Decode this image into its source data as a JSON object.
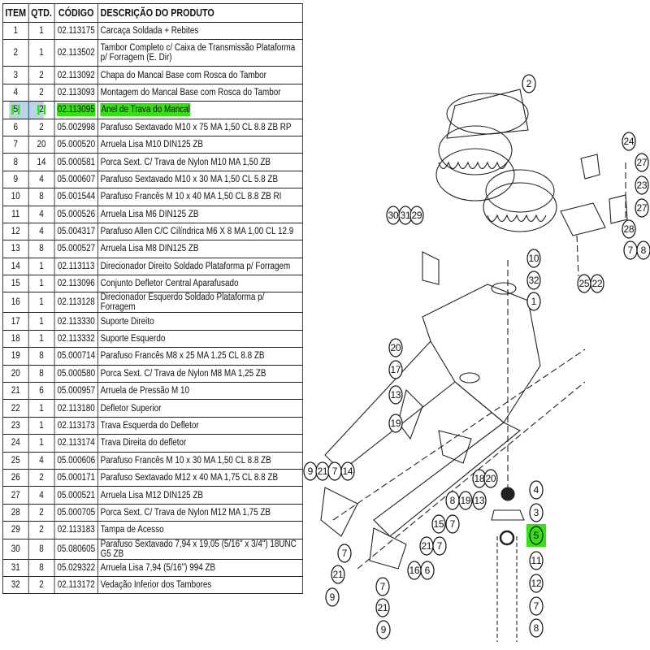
{
  "table": {
    "headers": {
      "item": "ITEM",
      "qty": "QTD.",
      "code": "CÓDIGO",
      "description": "DESCRIÇÃO DO PRODUTO"
    },
    "highlighted_item": "5",
    "rows": [
      {
        "item": "1",
        "qty": "1",
        "code": "02.113175",
        "description": "Carcaça Soldada + Rebites"
      },
      {
        "item": "2",
        "qty": "1",
        "code": "02.113502",
        "description": "Tambor Completo c/ Caixa de Transmissão Plataforma p/ Forragem (E. Dir)"
      },
      {
        "item": "3",
        "qty": "2",
        "code": "02.113092",
        "description": "Chapa do Mancal Base com Rosca do Tambor"
      },
      {
        "item": "4",
        "qty": "2",
        "code": "02.113093",
        "description": "Montagem do Mancal Base com Rosca do Tambor"
      },
      {
        "item": "5",
        "qty": "2",
        "code": "02.113095",
        "description": "Anel de Trava do Mancal"
      },
      {
        "item": "6",
        "qty": "2",
        "code": "05.002998",
        "description": "Parafuso Sextavado M10 x 75 MA 1,50 CL 8.8 ZB RP"
      },
      {
        "item": "7",
        "qty": "20",
        "code": "05.000520",
        "description": "Arruela Lisa M10 DIN125 ZB"
      },
      {
        "item": "8",
        "qty": "14",
        "code": "05.000581",
        "description": "Porca Sext. C/ Trava de Nylon M10 MA 1,50 ZB"
      },
      {
        "item": "9",
        "qty": "4",
        "code": "05.000607",
        "description": "Parafuso Sextavado  M10 x 30 MA 1,50 CL 5.8 ZB"
      },
      {
        "item": "10",
        "qty": "8",
        "code": "05.001544",
        "description": "Parafuso Francês M 10 x 40 MA 1,50 CL 8.8 ZB RI"
      },
      {
        "item": "11",
        "qty": "4",
        "code": "05.000526",
        "description": "Arruela Lisa M6 DIN125 ZB"
      },
      {
        "item": "12",
        "qty": "4",
        "code": "05.004317",
        "description": "Parafuso Allen C/C Cilíndrica M6 X 8 MA 1,00 CL 12.9"
      },
      {
        "item": "13",
        "qty": "8",
        "code": "05.000527",
        "description": "Arruela Lisa M8 DIN125 ZB"
      },
      {
        "item": "14",
        "qty": "1",
        "code": "02.113113",
        "description": "Direcionador Direito Soldado Plataforma p/ Forragem"
      },
      {
        "item": "15",
        "qty": "1",
        "code": "02.113096",
        "description": "Conjunto Defletor Central Aparafusado"
      },
      {
        "item": "16",
        "qty": "1",
        "code": "02.113128",
        "description": "Direcionador Esquerdo Soldado Plataforma p/ Forragem"
      },
      {
        "item": "17",
        "qty": "1",
        "code": "02.113330",
        "description": "Suporte Direito"
      },
      {
        "item": "18",
        "qty": "1",
        "code": "02.113332",
        "description": " Suporte Esquerdo"
      },
      {
        "item": "19",
        "qty": "8",
        "code": "05.000714",
        "description": "Parafuso Francês M8 x 25 MA 1.25 CL 8.8 ZB"
      },
      {
        "item": "20",
        "qty": "8",
        "code": "05.000580",
        "description": "Porca Sext. C/ Trava de Nylon M8 MA 1,25 ZB"
      },
      {
        "item": "21",
        "qty": "6",
        "code": "05.000957",
        "description": "Arruela de Pressão M 10"
      },
      {
        "item": "22",
        "qty": "1",
        "code": "02.113180",
        "description": "Defletor Superior"
      },
      {
        "item": "23",
        "qty": "1",
        "code": "02.113173",
        "description": "Trava Esquerda do Defletor"
      },
      {
        "item": "24",
        "qty": "1",
        "code": "02.113174",
        "description": "Trava Direita do defletor"
      },
      {
        "item": "25",
        "qty": "4",
        "code": "05.000606",
        "description": "Parafuso Francês M 10 x 30 MA 1,50 CL 8.8 ZB"
      },
      {
        "item": "26",
        "qty": "2",
        "code": "05.000171",
        "description": "Parafuso Sextavado  M12 x 40 MA 1,75 CL 8.8 ZB"
      },
      {
        "item": "27",
        "qty": "4",
        "code": "05.000521",
        "description": "Arruela Lisa M12 DIN125 ZB"
      },
      {
        "item": "28",
        "qty": "2",
        "code": "05.000705",
        "description": "Porca Sext. C/ Trava de Nylon M12 MA 1,75 ZB"
      },
      {
        "item": "29",
        "qty": "2",
        "code": "02.113183",
        "description": "Tampa de Acesso"
      },
      {
        "item": "30",
        "qty": "8",
        "code": "05.080605",
        "description": "Parafuso Sextavado 7,94 x 19,05 (5/16\" x 3/4\") 18UNC G5 ZB"
      },
      {
        "item": "31",
        "qty": "8",
        "code": "05.029322",
        "description": "Arruela Lisa 7,94 (5/16\") 994 ZB"
      },
      {
        "item": "32",
        "qty": "2",
        "code": "02.113172",
        "description": "Vedação Inferior dos Tambores"
      }
    ]
  },
  "diagram": {
    "highlight_color": "#35e015",
    "callouts": [
      "2",
      "24",
      "27",
      "23",
      "27",
      "28",
      "7",
      "8",
      "25",
      "22",
      "30",
      "31",
      "29",
      "10",
      "32",
      "1",
      "20",
      "17",
      "13",
      "19",
      "9",
      "21",
      "7",
      "14",
      "18",
      "20",
      "8",
      "19",
      "13",
      "15",
      "7",
      "21",
      "7",
      "16",
      "6",
      "7",
      "21",
      "9",
      "7",
      "21",
      "9",
      "4",
      "3",
      "5",
      "11",
      "12",
      "7",
      "8"
    ]
  }
}
